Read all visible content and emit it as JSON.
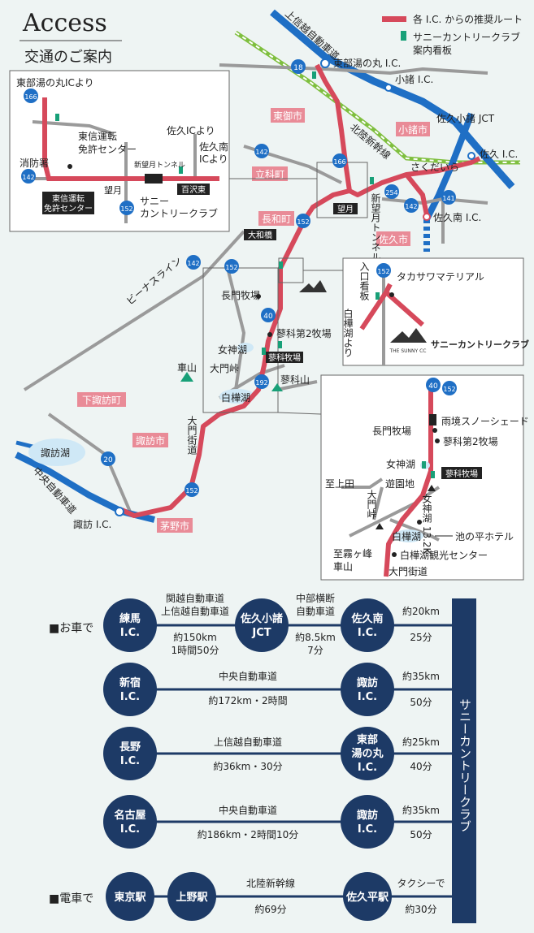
{
  "header": {
    "title": "Access",
    "subtitle": "交通のご案内"
  },
  "legend": {
    "route": "各 I.C. からの推奨ルート",
    "sign_line1": "サニーカントリークラブ",
    "sign_line2": "案内看板"
  },
  "colors": {
    "route": "#d6495b",
    "expressway": "#1f6fc5",
    "road": "#9a9a9a",
    "city_label": "#e98b97",
    "navy": "#1d3a66",
    "sign": "#18a078"
  },
  "main_map": {
    "expressways": {
      "joshinetsu": "上信越自動車道",
      "chuo": "中央自動車道"
    },
    "shinkansen": "北陸新幹線",
    "venus_line": "ビーナスライン",
    "cities": {
      "tomi": "東御市",
      "komoro": "小諸市",
      "tateshina": "立科町",
      "nagawa": "長和町",
      "saku": "佐久市",
      "shimosuwa": "下諏訪町",
      "suwa": "諏訪市",
      "chino": "茅野市"
    },
    "ics": {
      "tobuyunomaru": "東部湯の丸 I.C.",
      "komoro": "小諸 I.C.",
      "sakukomoro": "佐久小諸 JCT",
      "saku": "佐久 I.C.",
      "sakuminami": "佐久南 I.C.",
      "suwa": "諏訪 I.C."
    },
    "places": {
      "sakudaira": "さくだいら",
      "shinmochizuki": "新望月トンネル",
      "mochizuki": "望月",
      "owadabashi": "大和橋",
      "nagato": "長門牧場",
      "tateshina2": "蓼科第2牧場",
      "megamiko": "女神湖",
      "tateshinabokujo": "蓼科牧場",
      "kurumayama": "車山",
      "daimontoge": "大門峠",
      "shirakabako": "白樺湖",
      "tateshinayama": "蓼科山",
      "daimonkaido": "大門街道",
      "suwako": "諏訪湖"
    },
    "routes": {
      "r18": "18",
      "r166": "166",
      "r142": "142",
      "r152": "152",
      "r254": "254",
      "r141": "141",
      "r40": "40",
      "r192": "192",
      "r20": "20"
    }
  },
  "inset_tl": {
    "title": "東部湯の丸ICより",
    "shobosho": "消防署",
    "toshin": "東信運転\n免許センター",
    "toshin_l1": "東信運転",
    "toshin_l2": "免許センター",
    "saku_ic": "佐久ICより",
    "sakuminami_l1": "佐久南",
    "sakuminami_l2": "ICより",
    "tunnel": "新望月トンネル",
    "mochizuki": "望月",
    "hyakuzawa": "百沢東",
    "sunny_l1": "サニー",
    "sunny_l2": "カントリークラブ",
    "box_l1": "東信運転",
    "box_l2": "免許センター"
  },
  "inset_mr": {
    "iriguchi": "入口看板",
    "takasawa": "タカサワマテリアル",
    "shirakabako": "白樺湖より",
    "club": "サニーカントリークラブ",
    "logo": "THE SUNNY CC"
  },
  "inset_br": {
    "snowshade": "雨境スノーシェード",
    "nagato": "長門牧場",
    "tateshina2": "蓼科第2牧場",
    "megamiko": "女神湖",
    "tateshinabokujo": "蓼科牧場",
    "ueda": "至上田",
    "yuenchi": "遊園地",
    "daimontoge": "大門峠",
    "megami132": "女神湖 13.2K",
    "shirakabako": "白樺湖",
    "ikenotaira": "池の平ホテル",
    "kirigamine": "至霧ヶ峰\n車山",
    "kirigamine_l1": "至霧ヶ峰",
    "kirigamine_l2": "車山",
    "kanko": "白樺湖観光センター",
    "daimonkaido": "大門街道"
  },
  "timetable": {
    "car_label": "■お車で",
    "train_label": "■電車で",
    "destination": "サニーカントリークラブ",
    "rows": [
      {
        "from": [
          "練馬",
          "I.C."
        ],
        "road1": [
          "関越自動車道",
          "上信越自動車道"
        ],
        "dist1": [
          "約150km",
          "1時間50分"
        ],
        "mid": [
          "佐久小諸",
          "JCT"
        ],
        "road2": [
          "中部横断",
          "自動車道"
        ],
        "dist2": [
          "約8.5km",
          "7分"
        ],
        "to": [
          "佐久南",
          "I.C."
        ],
        "last_dist": "約20km",
        "last_time": "25分"
      },
      {
        "from": [
          "新宿",
          "I.C."
        ],
        "road1": [
          "中央自動車道"
        ],
        "dist1": [
          "約172km・2時間"
        ],
        "to": [
          "諏訪",
          "I.C."
        ],
        "last_dist": "約35km",
        "last_time": "50分"
      },
      {
        "from": [
          "長野",
          "I.C."
        ],
        "road1": [
          "上信越自動車道"
        ],
        "dist1": [
          "約36km・30分"
        ],
        "to": [
          "東部",
          "湯の丸",
          "I.C."
        ],
        "last_dist": "約25km",
        "last_time": "40分"
      },
      {
        "from": [
          "名古屋",
          "I.C."
        ],
        "road1": [
          "中央自動車道"
        ],
        "dist1": [
          "約186km・2時間10分"
        ],
        "to": [
          "諏訪",
          "I.C."
        ],
        "last_dist": "約35km",
        "last_time": "50分"
      }
    ],
    "train": {
      "from": "東京駅",
      "mid": "上野駅",
      "line": "北陸新幹線",
      "time": "約69分",
      "to": "佐久平駅",
      "taxi": "タクシーで",
      "taxi_time": "約30分"
    }
  }
}
